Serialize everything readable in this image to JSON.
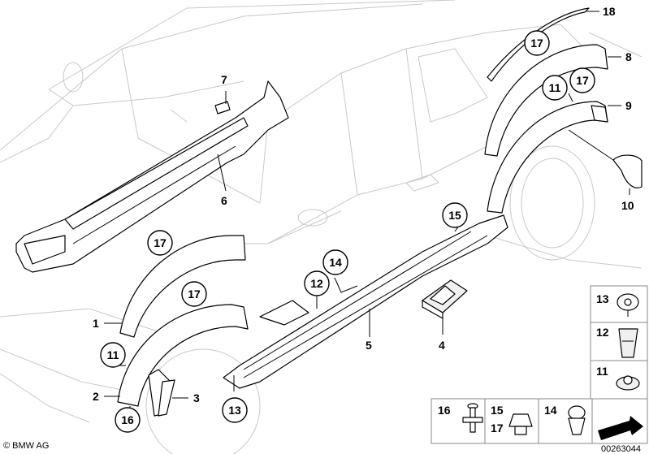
{
  "callouts": {
    "c1": "1",
    "c2": "2",
    "c3": "3",
    "c4": "4",
    "c5": "5",
    "c6": "6",
    "c7": "7",
    "c8": "8",
    "c9": "9",
    "c10": "10",
    "c18": "18",
    "circ17a": "17",
    "circ17b": "17",
    "circ17c": "17",
    "circ17d": "17",
    "circ11a": "11",
    "circ11b": "11",
    "circ16": "16",
    "circ13": "13",
    "circ12": "12",
    "circ14": "14",
    "circ15": "15"
  },
  "legend": {
    "l13": "13",
    "l12": "12",
    "l11": "11",
    "l16": "16",
    "l15": "15",
    "l17": "17",
    "l14": "14"
  },
  "footer": {
    "copyright": "© BMW AG",
    "drawing_no": "00263044"
  }
}
